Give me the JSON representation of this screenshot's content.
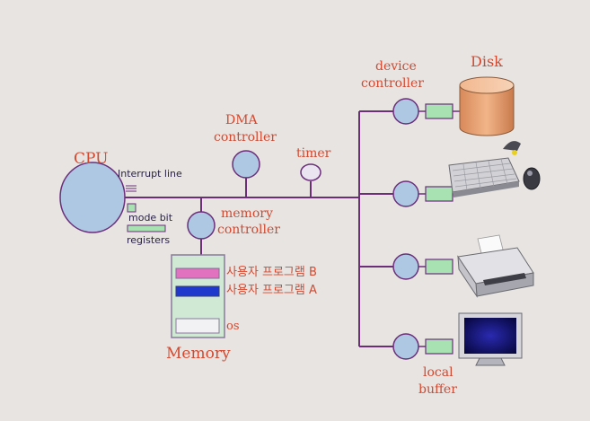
{
  "labels": {
    "cpu": "CPU",
    "interrupt_line": "Interrupt line",
    "mode_bit": "mode bit",
    "registers": "registers",
    "dma_controller_1": "DMA",
    "dma_controller_2": "controller",
    "timer": "timer",
    "memory_controller_1": "memory",
    "memory_controller_2": "controller",
    "memory": "Memory",
    "program_b": "사용자 프로그램 B",
    "program_a": "사용자 프로그램 A",
    "os": "os",
    "device_controller_1": "device",
    "device_controller_2": "controller",
    "disk": "Disk",
    "local_buffer_1": "local",
    "local_buffer_2": "buffer"
  },
  "colors": {
    "bus": "#6b2f7a",
    "node_fill": "#aec8e4",
    "buffer_fill": "#a8e1b2",
    "program_b": "#e072c0",
    "program_a": "#1f39cc",
    "label_red": "#d3492f"
  },
  "devices": [
    "disk-icon",
    "keyboard-mouse-icon",
    "printer-icon",
    "monitor-icon"
  ]
}
